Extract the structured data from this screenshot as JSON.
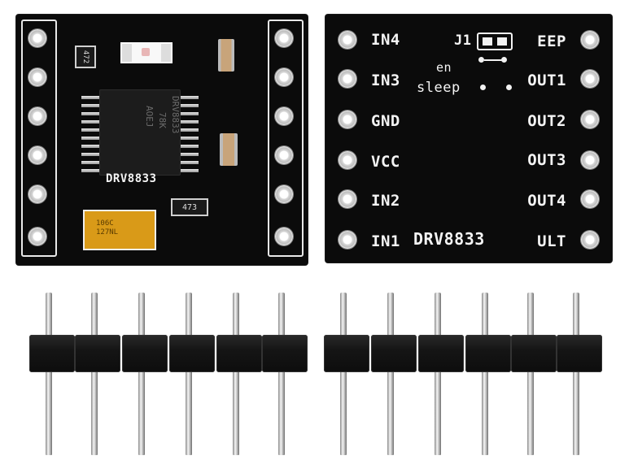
{
  "front_board": {
    "chip_label": "DRV8833",
    "chip_marking": [
      "DRV8833",
      "78K",
      "AOEJ"
    ],
    "resistor_top": "472",
    "resistor_bottom": "473",
    "tantalum_marking": [
      "106C",
      "127NL"
    ]
  },
  "back_board": {
    "left_labels": [
      "IN4",
      "IN3",
      "GND",
      "VCC",
      "IN2",
      "IN1"
    ],
    "right_labels": [
      "EEP",
      "OUT1",
      "OUT2",
      "OUT3",
      "OUT4",
      "ULT"
    ],
    "jumper_label": "J1",
    "en_label": "en",
    "sleep_label": "sleep",
    "board_name": "DRV8833"
  }
}
